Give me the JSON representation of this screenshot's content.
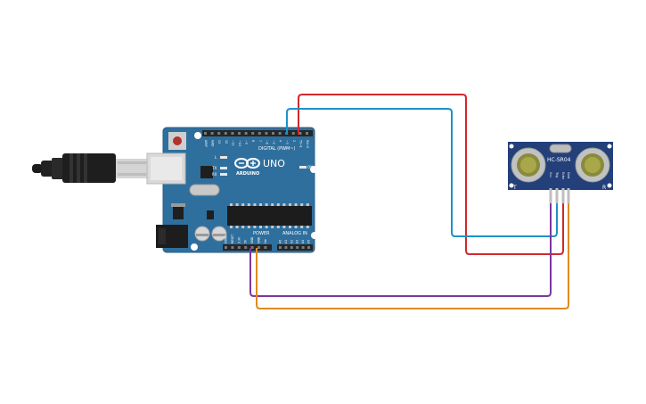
{
  "board": {
    "brand": "ARDUINO",
    "model": "UNO",
    "header_label": "DIGITAL (PWM~)",
    "power_label": "POWER",
    "analog_label": "ANALOG IN",
    "on_label": "ON",
    "l_label": "L",
    "tx_label": "TX",
    "rx_label": "RX",
    "top_pins": [
      "AREF",
      "GND",
      "13",
      "12",
      "~11",
      "~10",
      "~9",
      "8",
      "7",
      "~6",
      "~5",
      "4",
      "~3",
      "2",
      "TX→1",
      "RX←0"
    ],
    "power_pins": [
      "IOREF",
      "RESET",
      "3.3V",
      "5V",
      "GND",
      "GND",
      "Vin"
    ],
    "analog_pins": [
      "A0",
      "A1",
      "A2",
      "A3",
      "A4",
      "A5"
    ]
  },
  "sensor": {
    "model": "HC-SR04",
    "left_mark": "T",
    "right_mark": "R",
    "pins": [
      "Vcc",
      "Trig",
      "Echo",
      "Gnd"
    ]
  },
  "wires": [
    {
      "name": "trig-wire",
      "color": "#1c93c4"
    },
    {
      "name": "echo-wire",
      "color": "#d0282e"
    },
    {
      "name": "vcc-wire",
      "color": "#7a38a0"
    },
    {
      "name": "gnd-wire",
      "color": "#e28a22"
    }
  ],
  "colors": {
    "board": "#2f6f9e",
    "board_edge": "#285f88",
    "sensor": "#23407a",
    "transducer": "#c0c3c2",
    "usb_cable": "#222222"
  }
}
